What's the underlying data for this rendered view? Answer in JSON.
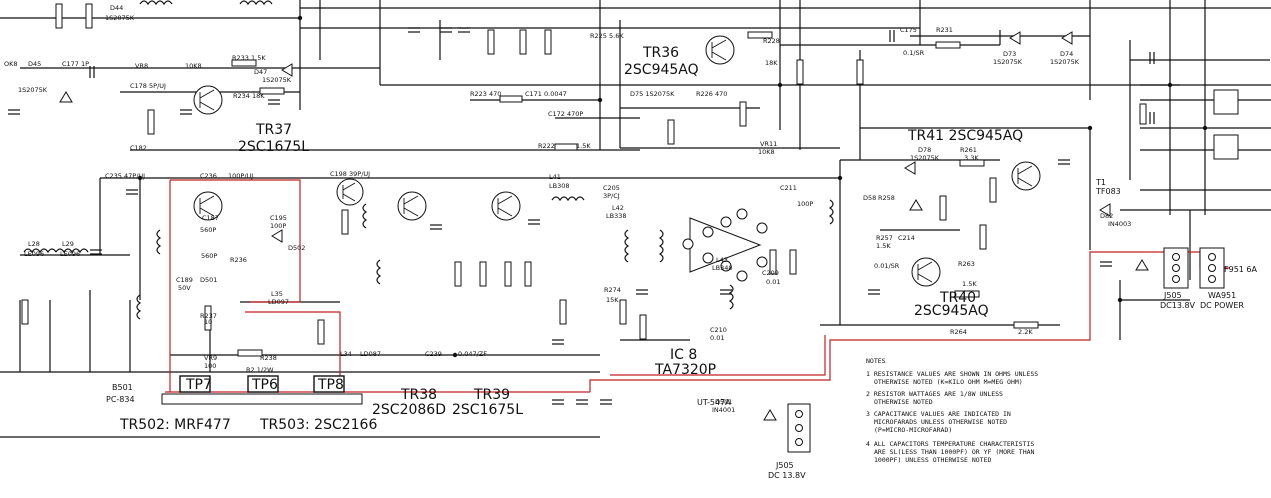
{
  "labels": {
    "tr36": "TR36",
    "tr36_part": "2SC945AQ",
    "tr37": "TR37",
    "tr37_part": "2SC1675L",
    "tr41": "TR41 2SC945AQ",
    "tr40": "TR40",
    "tr40_part": "2SC945AQ",
    "tr38": "TR38",
    "tr38_part": "2SC2086D",
    "tr39": "TR39",
    "tr39_part": "2SC1675L",
    "tr502": "TR502: MRF477",
    "tr503": "TR503: 2SC2166",
    "tp7": "TP7",
    "tp6": "TP6",
    "tp8": "TP8",
    "ic8": "IC 8",
    "ic8_part": "TA7320P",
    "b501": "B501",
    "pc834": "PC-834",
    "ut547a": "UT-547A",
    "j505_bottom": "J505",
    "j505_bottom_voltage": "DC 13.8V",
    "j505_right": "J505",
    "j505_right_voltage": "DC13.8V",
    "wa951": "WA951",
    "dc_power": "DC POWER",
    "f9516a": "F951 6A",
    "t1": "T1",
    "t1_part": "TF083"
  },
  "small": {
    "d44": "D44",
    "d44_part": "1S2075K",
    "r225": "R225 5.6K",
    "r228": "R228",
    "r228_val": "18K",
    "c175": "C175",
    "r231": "R231",
    "c175_val": "0.1/SR",
    "d73": "D73",
    "d73_part": "1S2075K",
    "d74": "D74",
    "d74_part": "1S2075K",
    "ok8": "OK8",
    "d45": "D45",
    "d45_part": "1S2075K",
    "c177": "C177 1P",
    "vr8": "VR8",
    "vr8_val": "10K8",
    "r233": "R233 1.5K",
    "d47": "D47",
    "d47_part": "1S2075K",
    "c178": "C178 5P/UJ",
    "r234": "R234 18K",
    "r223": "R223 470",
    "c171": "C171 0.0047",
    "d75": "D75 1S2075K",
    "r226": "R226 470",
    "c172": "C172 470P",
    "r222": "R222",
    "r222_val": "1.5K",
    "vr11": "VR11",
    "vr11_val": "10K8",
    "c182": "C182",
    "d78": "D78",
    "d78_part": "1S2075K",
    "r261": "R261",
    "r261_val": "3.3K",
    "c235": "C235 47P/UJ",
    "c236": "C236",
    "c236_val": "100P/UJ",
    "c198": "C198 39P/UJ",
    "l41": "L41",
    "l41_part": "LB308",
    "c205": "C205",
    "c205_val": "3P/CJ",
    "l42": "L42",
    "l42_part": "LB338",
    "c211": "C211",
    "c211_val": "100P",
    "d58": "D58",
    "r258": "R258",
    "r257": "R257",
    "r257_val": "1.5K",
    "c214": "C214",
    "c214_val": "0.01/SR",
    "r263": "R263",
    "r263_val": "1.5K",
    "r264": "R264",
    "r264_val": "2.2K",
    "c187": "C187",
    "c187_val": "560P",
    "c187_val2": "560P",
    "c195": "C195",
    "c195_val": "100P",
    "d502": "D502",
    "r236": "R236",
    "c189": "C189",
    "c189_val": "50V",
    "d501": "D501",
    "r237": "R237",
    "r237_val": "10",
    "vr9": "VR9",
    "vr9_val": "100",
    "l35": "L35",
    "l35_part": "LD097",
    "r238": "R238",
    "r2": "R2 1/2W",
    "l34": "L34",
    "l34_part": "LD087",
    "c239": "C239",
    "c239_val": "0.047/ZF",
    "l28": "L28",
    "l28_part": "LE096",
    "l29": "L29",
    "l29_part": "LE096",
    "r274": "R274",
    "r274_val": "15K",
    "l43": "L43",
    "l43_part": "LB340",
    "c210": "C210",
    "c210_val": "0.01",
    "c209": "C209",
    "c209_val": "0.01",
    "d501b": "D501",
    "d501b_part": "IN4001",
    "d82": "D82",
    "d82_part": "IN4003"
  },
  "notes": {
    "title": "NOTES",
    "line1": "1 RESISTANCE VALUES ARE SHOWN IN OHMS UNLESS",
    "line2": "OTHERWISE NOTED (K=KILO OHM M=MEG OHM)",
    "line3": "2 RESISTOR WATTAGES ARE 1/8W UNLESS",
    "line4": "OTHERWISE NOTED",
    "line5": "3 CAPACITANCE VALUES ARE INDICATED IN",
    "line6": "MICROFARADS UNLESS OTHERWISE NOTED",
    "line7": "(P=MICRO-MICROFARAD)",
    "line8": "4 ALL CAPACITORS TEMPERATURE CHARACTERISTIS",
    "line9": "ARE SL(LESS THAN 1000PF) OR YF (MORE THAN",
    "line10": "1000PF) UNLESS OTHERWISE NOTED"
  }
}
